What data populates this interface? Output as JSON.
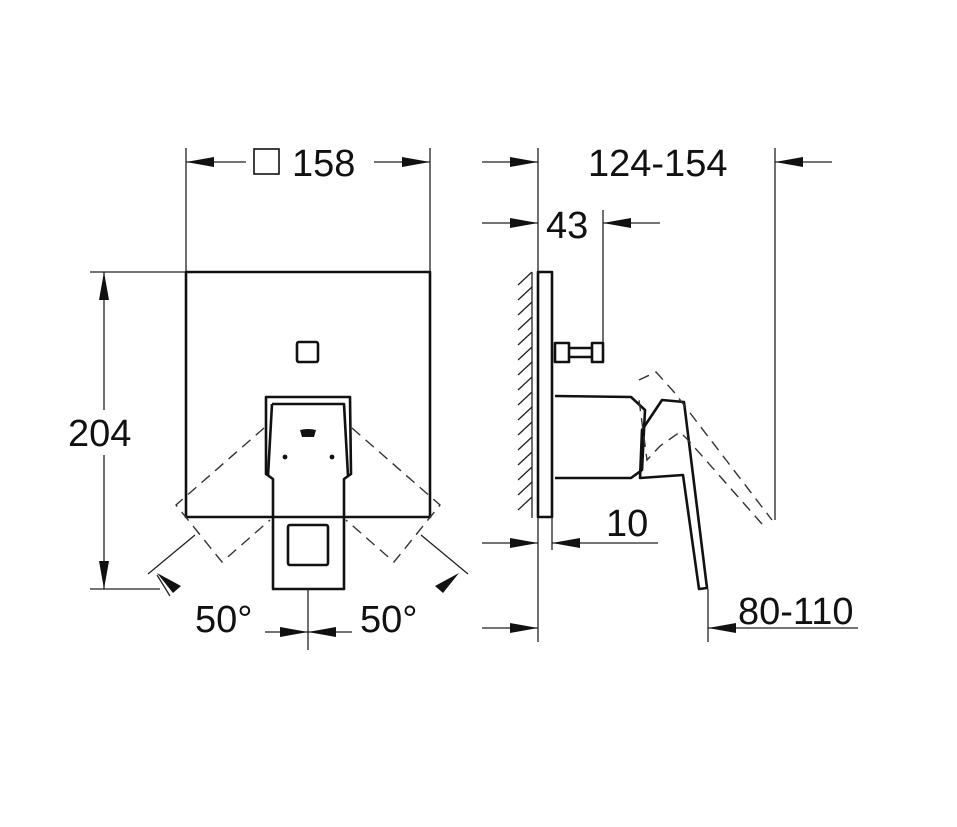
{
  "diagram": {
    "type": "technical-dimension-drawing",
    "subject": "concealed single-lever mixer trim (front and side views)",
    "line_color": "#111111",
    "background": "#ffffff",
    "front_view": {
      "width_label": "158",
      "width_symbol": "□",
      "height_label": "204",
      "angle_left_label": "50°",
      "angle_right_label": "50°"
    },
    "side_view": {
      "overall_depth_label": "124-154",
      "spindle_depth_label": "43",
      "plate_thickness_label": "10",
      "wall_offset_label": "80-110"
    }
  }
}
